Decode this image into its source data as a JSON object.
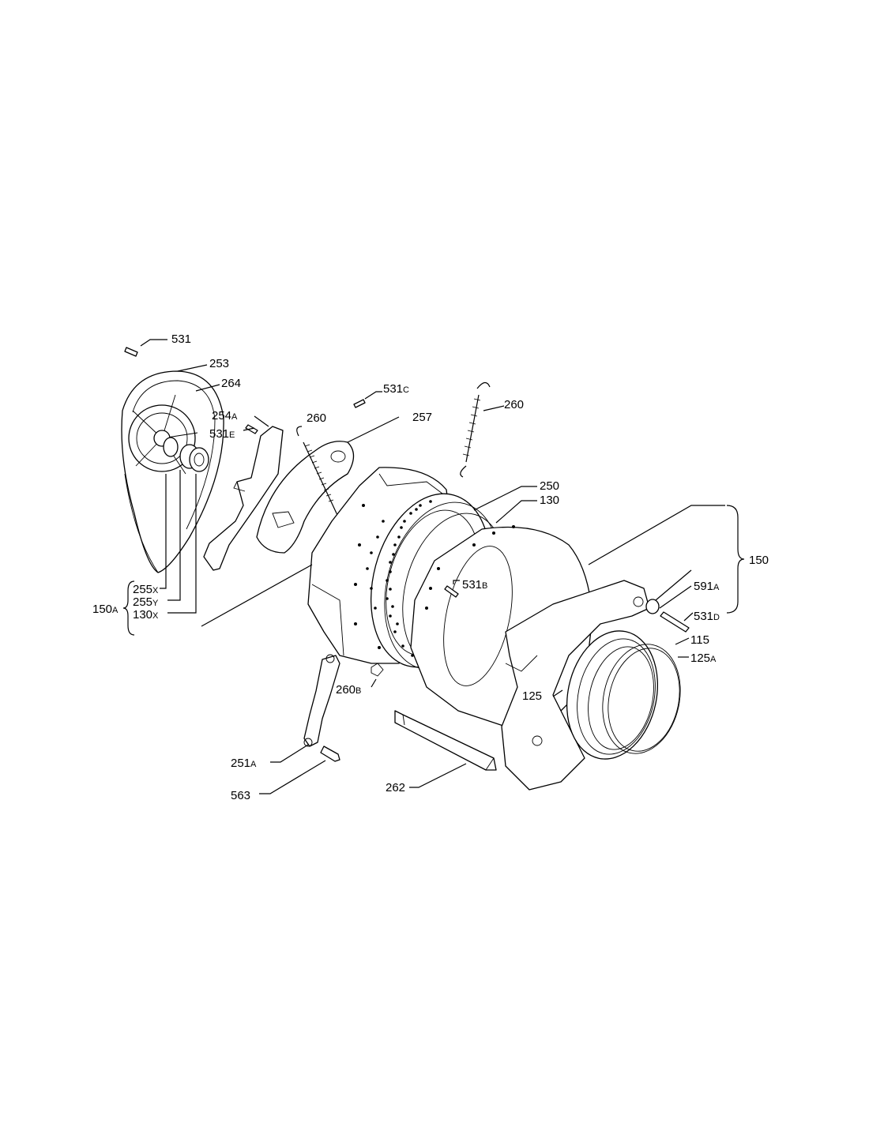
{
  "labels": [
    {
      "id": "531",
      "main": "531",
      "sub": ""
    },
    {
      "id": "253",
      "main": "253",
      "sub": ""
    },
    {
      "id": "264",
      "main": "264",
      "sub": ""
    },
    {
      "id": "254a",
      "main": "254",
      "sub": "A"
    },
    {
      "id": "531e",
      "main": "531",
      "sub": "E"
    },
    {
      "id": "260-left",
      "main": "260",
      "sub": ""
    },
    {
      "id": "531c",
      "main": "531",
      "sub": "C"
    },
    {
      "id": "257",
      "main": "257",
      "sub": ""
    },
    {
      "id": "260-right",
      "main": "260",
      "sub": ""
    },
    {
      "id": "250",
      "main": "250",
      "sub": ""
    },
    {
      "id": "130",
      "main": "130",
      "sub": ""
    },
    {
      "id": "150",
      "main": "150",
      "sub": ""
    },
    {
      "id": "591a",
      "main": "591",
      "sub": "A"
    },
    {
      "id": "531d",
      "main": "531",
      "sub": "D"
    },
    {
      "id": "115",
      "main": "115",
      "sub": ""
    },
    {
      "id": "125a",
      "main": "125",
      "sub": "A"
    },
    {
      "id": "125",
      "main": "125",
      "sub": ""
    },
    {
      "id": "531b",
      "main": "531",
      "sub": "B"
    },
    {
      "id": "255x",
      "main": "255",
      "sub": "X"
    },
    {
      "id": "255y",
      "main": "255",
      "sub": "Y"
    },
    {
      "id": "130x",
      "main": "130",
      "sub": "X"
    },
    {
      "id": "150a",
      "main": "150",
      "sub": "A"
    },
    {
      "id": "260b",
      "main": "260",
      "sub": "B"
    },
    {
      "id": "251a",
      "main": "251",
      "sub": "A"
    },
    {
      "id": "563",
      "main": "563",
      "sub": ""
    },
    {
      "id": "262",
      "main": "262",
      "sub": ""
    }
  ]
}
